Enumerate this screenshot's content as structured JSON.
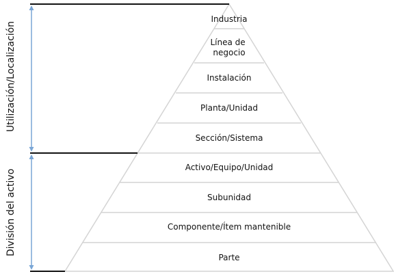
{
  "pyramid": {
    "levels": [
      {
        "lines": [
          "Industria"
        ]
      },
      {
        "lines": [
          "Línea de",
          "negocio"
        ]
      },
      {
        "lines": [
          "Instalación"
        ]
      },
      {
        "lines": [
          "Planta/Unidad"
        ]
      },
      {
        "lines": [
          "Sección/Sistema"
        ]
      },
      {
        "lines": [
          "Activo/Equipo/Unidad"
        ]
      },
      {
        "lines": [
          "Subunidad"
        ]
      },
      {
        "lines": [
          "Componente/Ítem mantenible"
        ]
      },
      {
        "lines": [
          "Parte"
        ]
      }
    ]
  },
  "groups": {
    "upper": {
      "label": "Utilización/Localización"
    },
    "lower": {
      "label": "División del activo"
    }
  },
  "colors": {
    "pyramid_line": "#d4d4d4",
    "bracket_line": "#111111",
    "arrow": "#7aa6d6",
    "text": "#111111"
  }
}
